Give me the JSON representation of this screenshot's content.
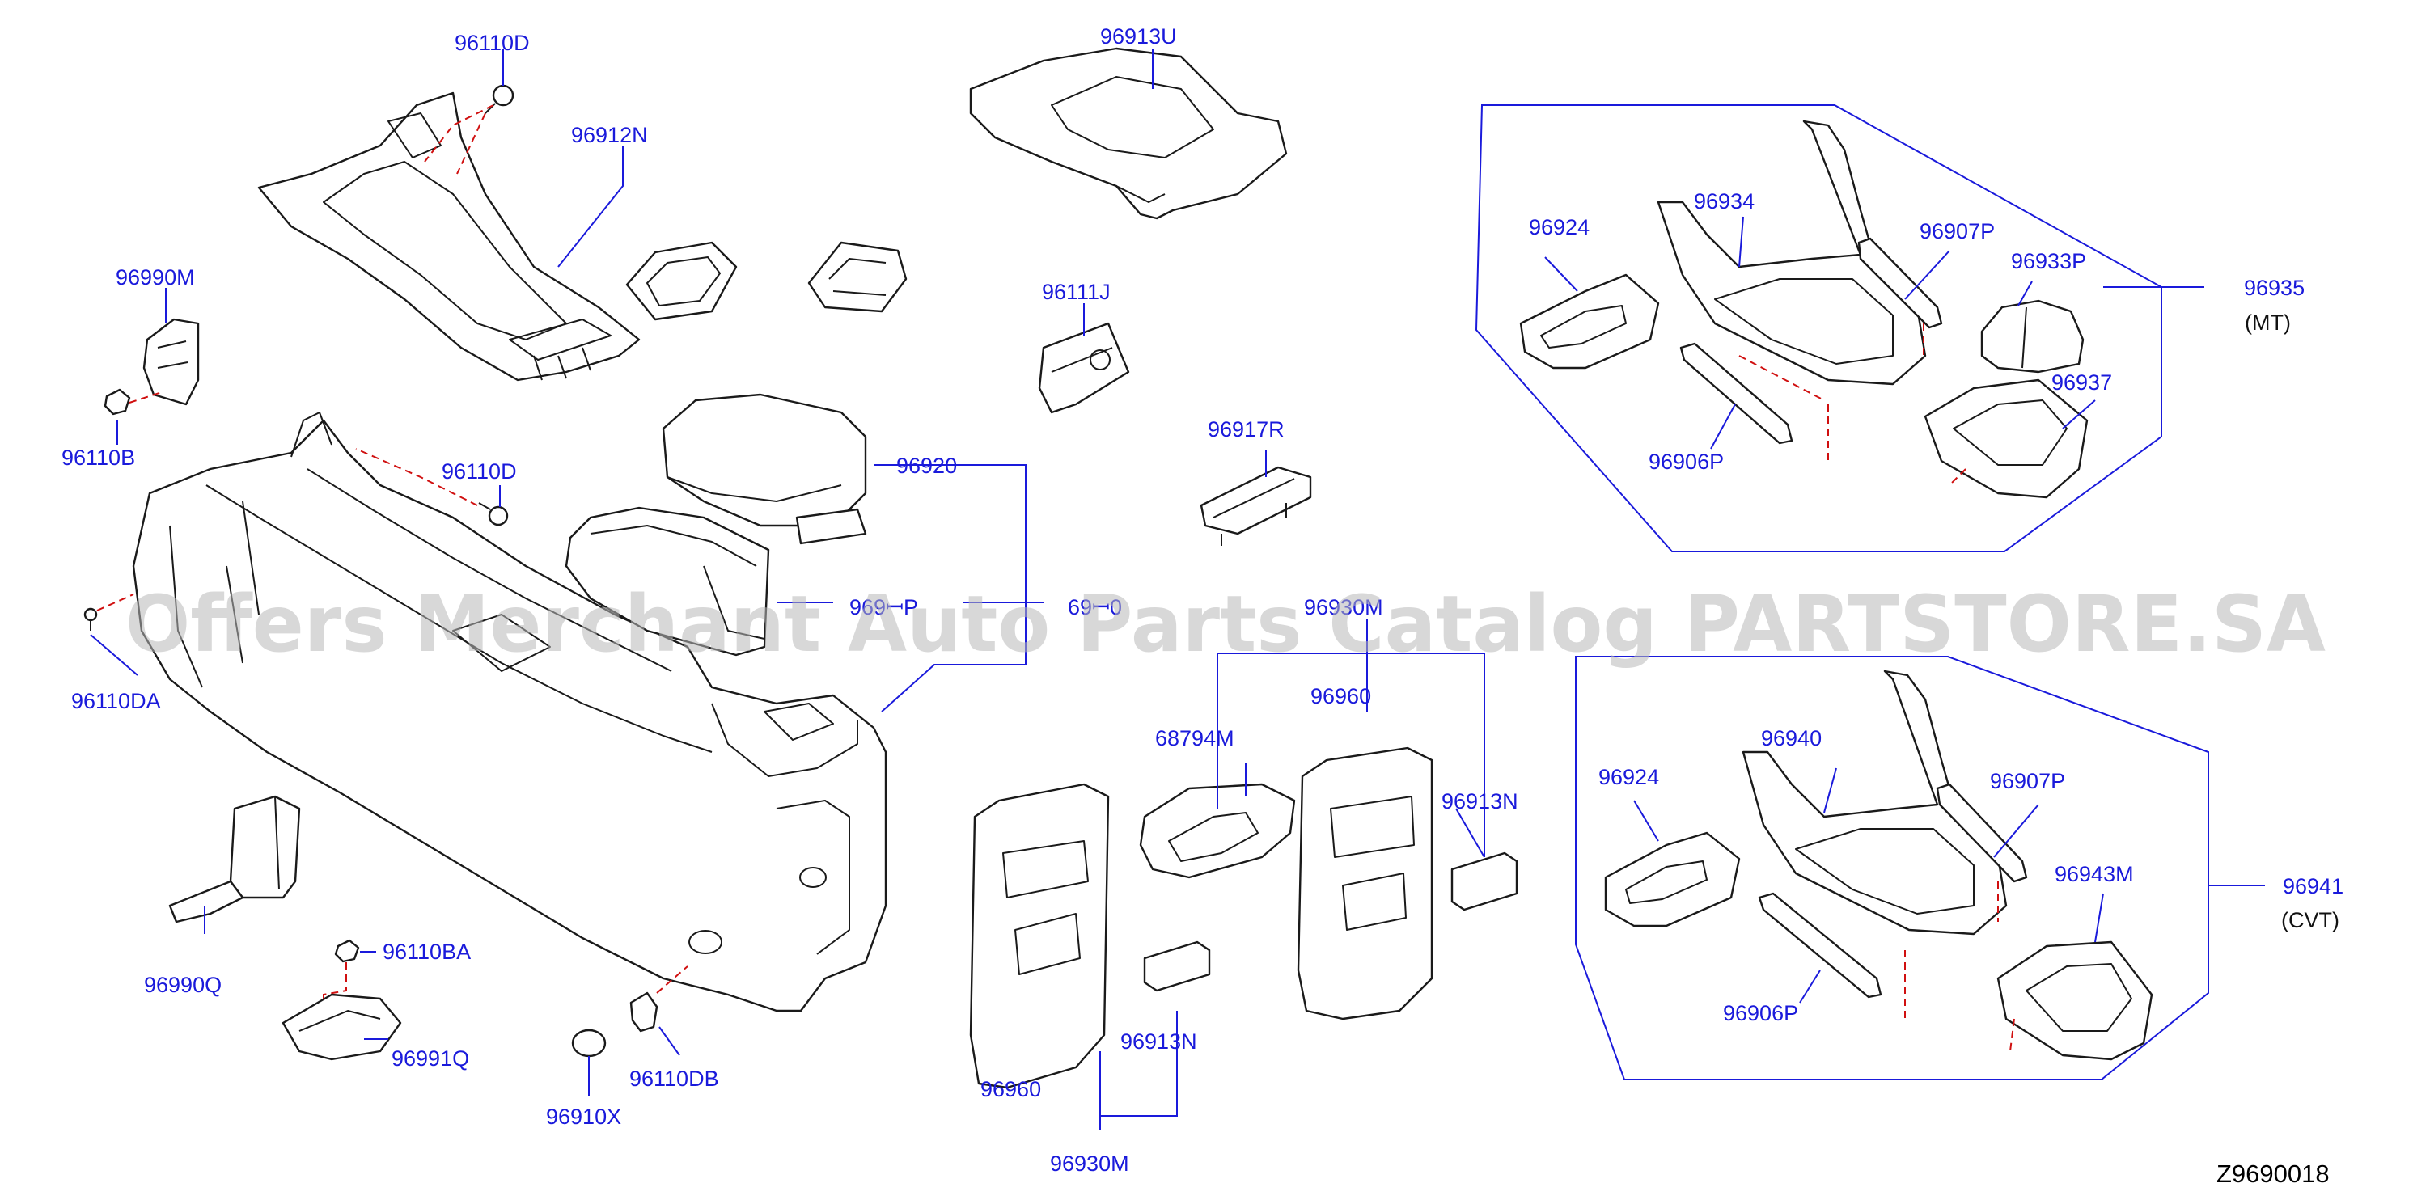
{
  "figure_code": "Z9690018",
  "watermark": "Offers Merchant Auto Parts Catalog PARTSTORE.SA",
  "callouts": {
    "c96110D_top": "96110D",
    "c96912N": "96912N",
    "c96990M": "96990M",
    "c96110B": "96110B",
    "c96110D_mid": "96110D",
    "c96110DA": "96110DA",
    "c96990Q": "96990Q",
    "c96110BA": "96110BA",
    "c96991Q": "96991Q",
    "c96910X": "96910X",
    "c96110DB": "96110DB",
    "c96913U": "96913U",
    "c96111J": "96111J",
    "c96917R": "96917R",
    "c96920": "96920",
    "c9696P": "969ꟷP",
    "c6910": "69ꟷ0",
    "c96930M_top": "96930M",
    "c96960_top": "96960",
    "c68794M": "68794M",
    "c96913N_right": "96913N",
    "c96913N_low": "96913N",
    "c96960_low": "96960",
    "c96930M_bottom": "96930M",
    "c96924_mt": "96924",
    "c96934": "96934",
    "c96907P_mt": "96907P",
    "c96933P": "96933P",
    "c96935": "96935",
    "c96937": "96937",
    "c96906P_mt": "96906P",
    "c96924_cvt": "96924",
    "c96940": "96940",
    "c96907P_cvt": "96907P",
    "c96941": "96941",
    "c96943M": "96943M",
    "c96906P_cvt": "96906P"
  },
  "variants": {
    "mt": "(MT)",
    "cvt": "(CVT)"
  }
}
